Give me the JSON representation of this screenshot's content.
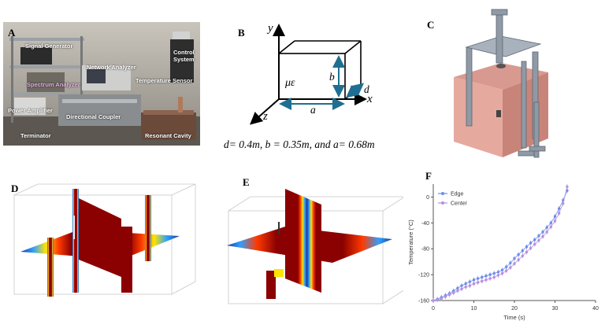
{
  "panels": {
    "A": {
      "label": "A",
      "annotations": {
        "signal_generator": "Signal Generator",
        "network_analyzer": "Network Analyzer",
        "control_system": "Control System",
        "spectrum_analyzer": "Spectrum Analyzer",
        "temperature_sensor": "Temperature Sensor",
        "power_amplifier": "Power Amplifier",
        "directional_coupler": "Directional Coupler",
        "terminator": "Terminator",
        "resonant_cavity": "Resonant Cavity"
      }
    },
    "B": {
      "label": "B",
      "axis_y": "y",
      "axis_x": "x",
      "axis_z": "z",
      "medium": "με",
      "dim_a": "a",
      "dim_b": "b",
      "dim_d": "d",
      "equation": "d= 0.4m, b = 0.35m, and a= 0.68m"
    },
    "C": {
      "label": "C"
    },
    "D": {
      "label": "D"
    },
    "E": {
      "label": "E"
    },
    "F": {
      "label": "F"
    }
  },
  "chart_data": {
    "type": "scatter",
    "title": "",
    "xlabel": "Time (s)",
    "ylabel": "Temperature (°C)",
    "xlim": [
      0,
      40
    ],
    "ylim": [
      -160,
      20
    ],
    "xticks": [
      "0",
      "10",
      "20",
      "30",
      "40"
    ],
    "yticks": [
      "0",
      "-40",
      "-80",
      "-120",
      "-160"
    ],
    "grid": false,
    "legend_position": "top-left",
    "series": [
      {
        "name": "Edge",
        "color": "#6d8ee8",
        "x": [
          0,
          1,
          2,
          3,
          4,
          5,
          6,
          7,
          8,
          9,
          10,
          11,
          12,
          13,
          14,
          15,
          16,
          17,
          18,
          19,
          20,
          21,
          22,
          23,
          24,
          25,
          26,
          27,
          28,
          29,
          30,
          31,
          32,
          33
        ],
        "y": [
          -160,
          -158,
          -155,
          -152,
          -149,
          -145,
          -141,
          -137,
          -134,
          -131,
          -128,
          -126,
          -124,
          -122,
          -120,
          -118,
          -116,
          -113,
          -108,
          -102,
          -95,
          -89,
          -83,
          -77,
          -71,
          -66,
          -60,
          -54,
          -47,
          -40,
          -30,
          -18,
          -5,
          10
        ]
      },
      {
        "name": "Center",
        "color": "#b58fe0",
        "x": [
          0,
          1,
          2,
          3,
          4,
          5,
          6,
          7,
          8,
          9,
          10,
          11,
          12,
          13,
          14,
          15,
          16,
          17,
          18,
          19,
          20,
          21,
          22,
          23,
          24,
          25,
          26,
          27,
          28,
          29,
          30,
          31,
          32,
          33
        ],
        "y": [
          -160,
          -159,
          -157,
          -154,
          -151,
          -148,
          -145,
          -142,
          -139,
          -137,
          -134,
          -132,
          -130,
          -128,
          -126,
          -124,
          -121,
          -118,
          -114,
          -109,
          -103,
          -97,
          -91,
          -85,
          -79,
          -73,
          -67,
          -61,
          -54,
          -46,
          -37,
          -25,
          -10,
          16
        ]
      }
    ]
  }
}
